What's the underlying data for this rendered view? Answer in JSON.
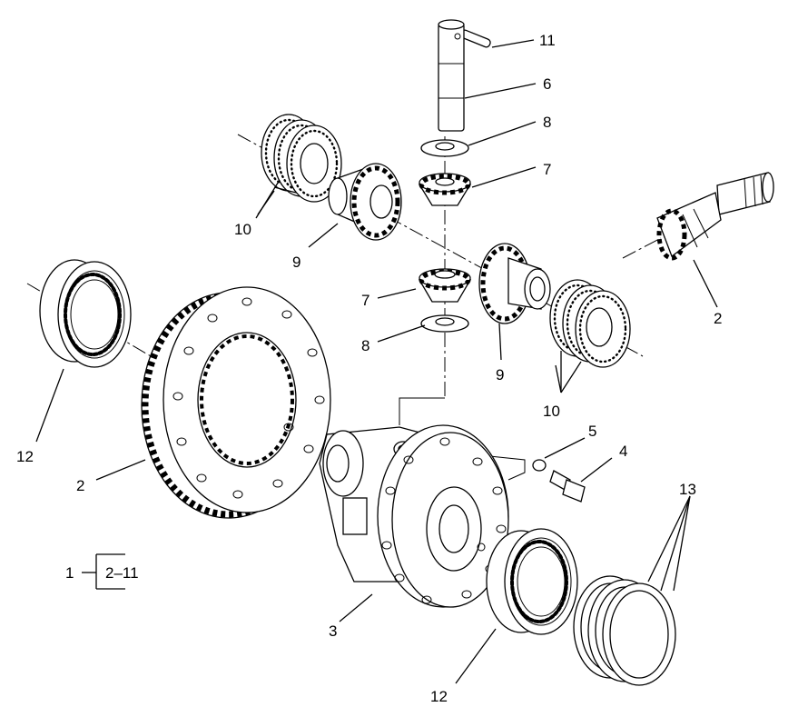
{
  "callouts": [
    {
      "id": "c11",
      "text": "11"
    },
    {
      "id": "c6",
      "text": "6"
    },
    {
      "id": "c8a",
      "text": "8"
    },
    {
      "id": "c7a",
      "text": "7"
    },
    {
      "id": "c10a",
      "text": "10"
    },
    {
      "id": "c9a",
      "text": "9"
    },
    {
      "id": "c2a",
      "text": "2"
    },
    {
      "id": "c7b",
      "text": "7"
    },
    {
      "id": "c8b",
      "text": "8"
    },
    {
      "id": "c9b",
      "text": "9"
    },
    {
      "id": "c10b",
      "text": "10"
    },
    {
      "id": "c12a",
      "text": "12"
    },
    {
      "id": "c2b",
      "text": "2"
    },
    {
      "id": "c5",
      "text": "5"
    },
    {
      "id": "c4",
      "text": "4"
    },
    {
      "id": "c13",
      "text": "13"
    },
    {
      "id": "c3",
      "text": "3"
    },
    {
      "id": "c12b",
      "text": "12"
    }
  ],
  "kit_reference": {
    "item": "1",
    "range": "2–11"
  }
}
